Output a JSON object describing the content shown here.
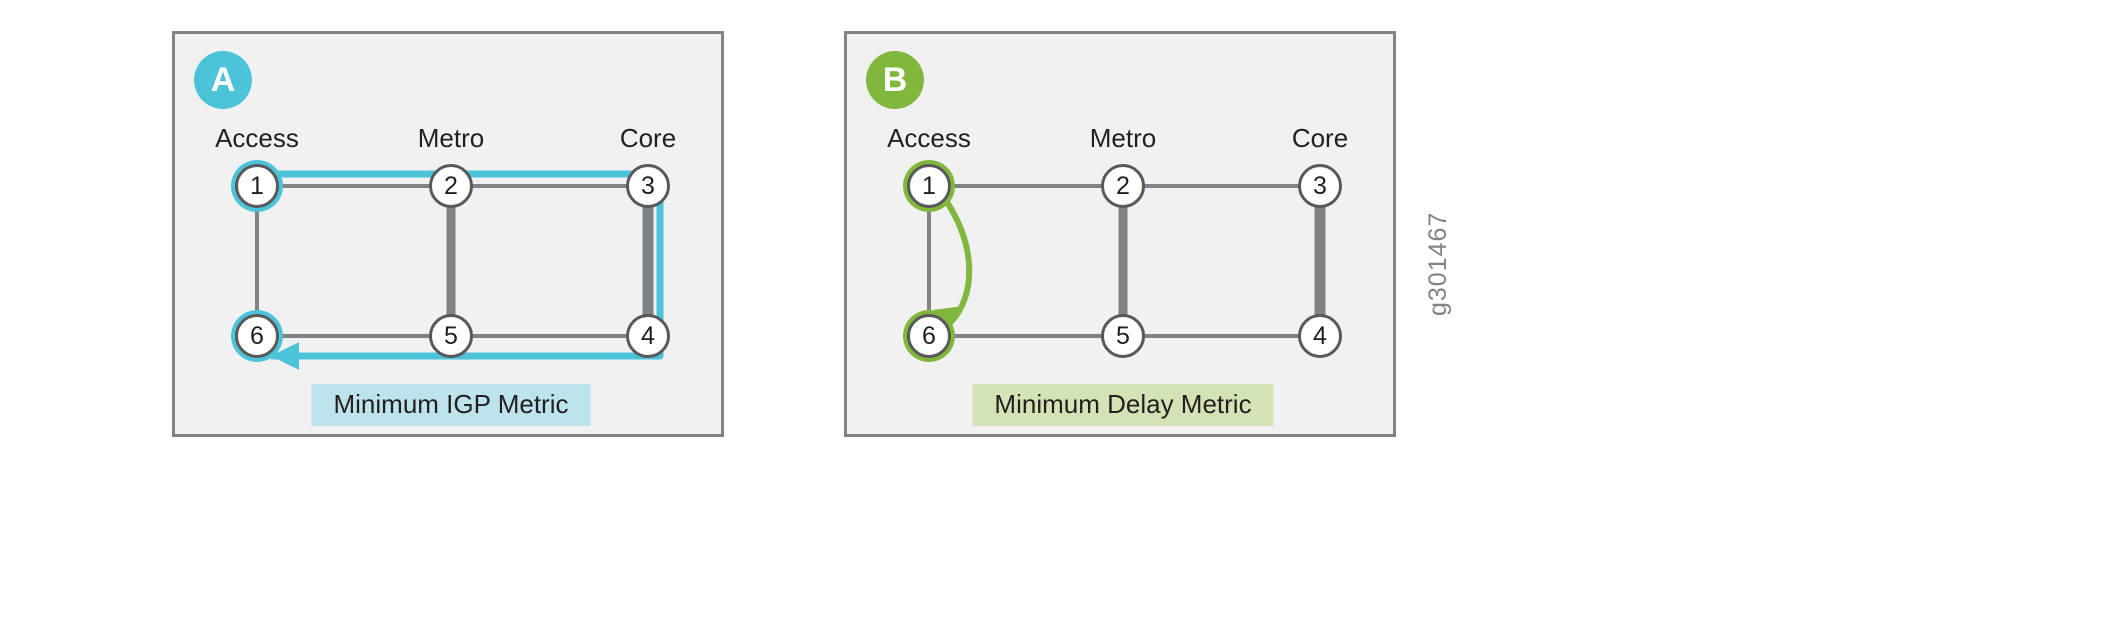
{
  "figure": {
    "watermark": "g301467",
    "colors": {
      "cyan": "#4cc3d9",
      "green": "#82b73e",
      "link_gray": "#808285",
      "node_stroke": "#58595b",
      "panel_bg": "#f1f1f1",
      "legend_a_bg": "#bde3ec",
      "legend_b_bg": "#d4e3b5"
    }
  },
  "panels": [
    {
      "id": "A",
      "badge": "A",
      "badge_color": "#4cc3d9",
      "column_labels": [
        "Access",
        "Metro",
        "Core"
      ],
      "nodes": [
        {
          "id": "1",
          "label": "1",
          "column": "Access",
          "row": "top",
          "highlighted": true
        },
        {
          "id": "2",
          "label": "2",
          "column": "Metro",
          "row": "top",
          "highlighted": false
        },
        {
          "id": "3",
          "label": "3",
          "column": "Core",
          "row": "top",
          "highlighted": false
        },
        {
          "id": "6",
          "label": "6",
          "column": "Access",
          "row": "bottom",
          "highlighted": true
        },
        {
          "id": "5",
          "label": "5",
          "column": "Metro",
          "row": "bottom",
          "highlighted": false
        },
        {
          "id": "4",
          "label": "4",
          "column": "Core",
          "row": "bottom",
          "highlighted": false
        }
      ],
      "links": [
        {
          "from": "1",
          "to": "2",
          "weight": "thin"
        },
        {
          "from": "2",
          "to": "3",
          "weight": "thin"
        },
        {
          "from": "1",
          "to": "6",
          "weight": "thin"
        },
        {
          "from": "2",
          "to": "5",
          "weight": "thick"
        },
        {
          "from": "3",
          "to": "4",
          "weight": "thick"
        },
        {
          "from": "6",
          "to": "5",
          "weight": "thin"
        },
        {
          "from": "5",
          "to": "4",
          "weight": "thin"
        }
      ],
      "path": {
        "description": "1 to 2 to 3 to 4 to 5 to 6",
        "hops": [
          "1",
          "2",
          "3",
          "4",
          "5",
          "6"
        ],
        "color": "#4cc3d9",
        "arrow_at": "6"
      },
      "legend": {
        "text": "Minimum IGP Metric",
        "background": "#bde3ec"
      }
    },
    {
      "id": "B",
      "badge": "B",
      "badge_color": "#82b73e",
      "column_labels": [
        "Access",
        "Metro",
        "Core"
      ],
      "nodes": [
        {
          "id": "1",
          "label": "1",
          "column": "Access",
          "row": "top",
          "highlighted": true
        },
        {
          "id": "2",
          "label": "2",
          "column": "Metro",
          "row": "top",
          "highlighted": false
        },
        {
          "id": "3",
          "label": "3",
          "column": "Core",
          "row": "top",
          "highlighted": false
        },
        {
          "id": "6",
          "label": "6",
          "column": "Access",
          "row": "bottom",
          "highlighted": true
        },
        {
          "id": "5",
          "label": "5",
          "column": "Metro",
          "row": "bottom",
          "highlighted": false
        },
        {
          "id": "4",
          "label": "4",
          "column": "Core",
          "row": "bottom",
          "highlighted": false
        }
      ],
      "links": [
        {
          "from": "1",
          "to": "2",
          "weight": "thin"
        },
        {
          "from": "2",
          "to": "3",
          "weight": "thin"
        },
        {
          "from": "1",
          "to": "6",
          "weight": "thin"
        },
        {
          "from": "2",
          "to": "5",
          "weight": "thick"
        },
        {
          "from": "3",
          "to": "4",
          "weight": "thick"
        },
        {
          "from": "6",
          "to": "5",
          "weight": "thin"
        },
        {
          "from": "5",
          "to": "4",
          "weight": "thin"
        }
      ],
      "path": {
        "description": "1 direct to 6",
        "hops": [
          "1",
          "6"
        ],
        "color": "#82b73e",
        "arrow_at": "6"
      },
      "legend": {
        "text": "Minimum Delay Metric",
        "background": "#d4e3b5"
      }
    }
  ]
}
